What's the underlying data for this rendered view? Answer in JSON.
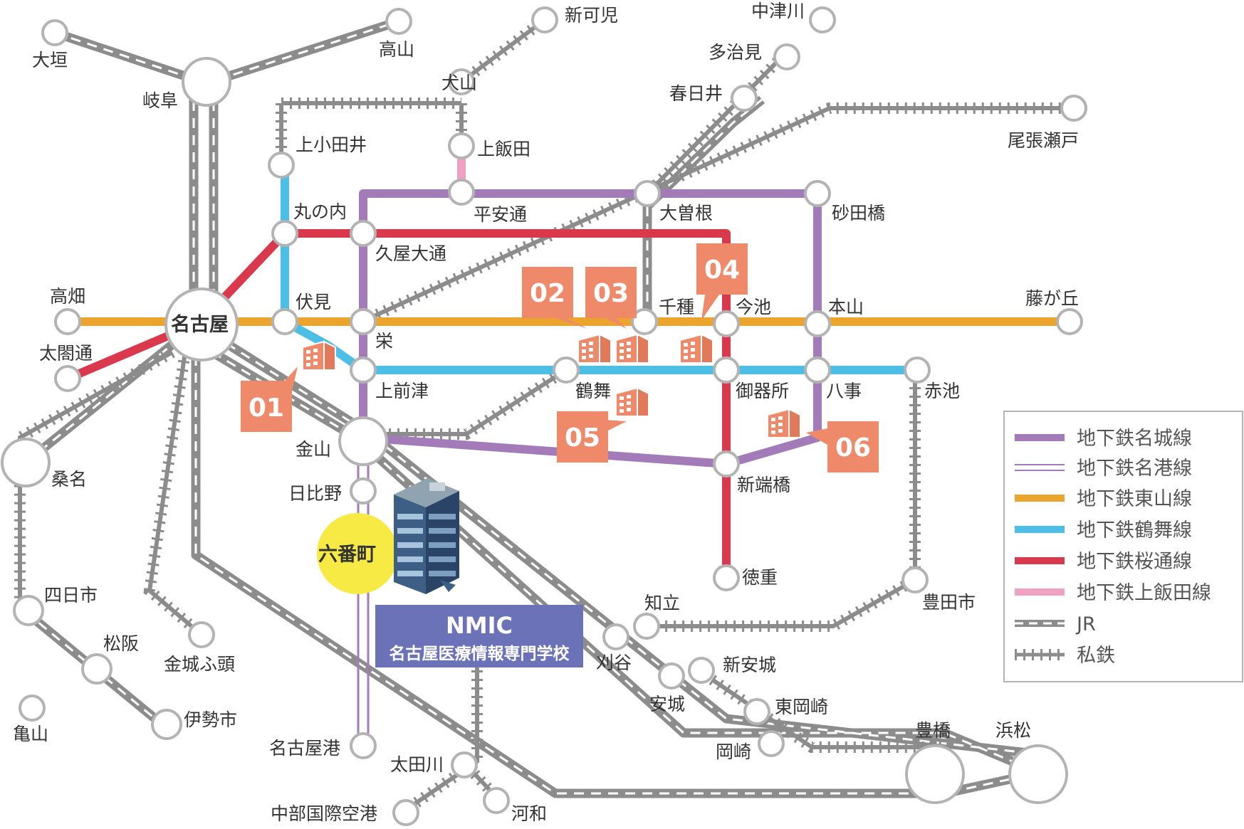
{
  "colors": {
    "meijo": "#a37bb8",
    "meiko": "#a37bb8",
    "higashiyama": "#eba52e",
    "tsurumai": "#4dbfe6",
    "sakuradori": "#d9384d",
    "kamiiida": "#f0a0c0",
    "rail": "#8c8c8c",
    "badge": "#ee8a6a",
    "school_box": "#6b72b8",
    "highlight": "#f7ea45"
  },
  "stations": {
    "ogaki": "大垣",
    "gifu": "岐阜",
    "takayama": "高山",
    "shinkani": "新可児",
    "inuyama": "犬山",
    "kamiiida": "上飯田",
    "nakatsugawa": "中津川",
    "tajimi": "多治見",
    "kasugai": "春日井",
    "owariseto": "尾張瀬戸",
    "kamiotai": "上小田井",
    "marunouchi": "丸の内",
    "heiandori": "平安通",
    "ozone": "大曽根",
    "sunadabashi": "砂田橋",
    "hisaya": "久屋大通",
    "takabata": "高畑",
    "nagoya": "名古屋",
    "fushimi": "伏見",
    "sakae": "栄",
    "chikusa": "千種",
    "imaike": "今池",
    "motoyama": "本山",
    "fujigaoka": "藤が丘",
    "taikodori": "太閤通",
    "kamimaezu": "上前津",
    "tsurumai": "鶴舞",
    "gokiso": "御器所",
    "yagoto": "八事",
    "akaike": "赤池",
    "kuwana": "桑名",
    "kanayama": "金山",
    "aratama": "新端橋",
    "hibino": "日比野",
    "rokubancho": "六番町",
    "tokushige": "徳重",
    "yokkaichi": "四日市",
    "chiryu": "知立",
    "toyotashi": "豊田市",
    "matsusaka": "松阪",
    "kinjofuto": "金城ふ頭",
    "kariya": "刈谷",
    "shinanjo": "新安城",
    "anjo": "安城",
    "higashiokazaki": "東岡崎",
    "iseshi": "伊勢市",
    "kameyama": "亀山",
    "nagoyako": "名古屋港",
    "okazaki": "岡崎",
    "toyohashi": "豊橋",
    "hamamatsu": "浜松",
    "otagawa": "太田川",
    "chubu": "中部国際空港",
    "kowa": "河和"
  },
  "badges": [
    "01",
    "02",
    "03",
    "04",
    "05",
    "06"
  ],
  "school": {
    "name": "NMIC",
    "subtitle": "名古屋医療情報専門学校"
  },
  "legend": {
    "items": [
      {
        "label": "地下鉄名城線",
        "style": "meijo"
      },
      {
        "label": "地下鉄名港線",
        "style": "meiko"
      },
      {
        "label": "地下鉄東山線",
        "style": "higashiyama"
      },
      {
        "label": "地下鉄鶴舞線",
        "style": "tsurumai"
      },
      {
        "label": "地下鉄桜通線",
        "style": "sakuradori"
      },
      {
        "label": "地下鉄上飯田線",
        "style": "kamiiida"
      },
      {
        "label": "JR",
        "style": "jr"
      },
      {
        "label": "私鉄",
        "style": "private"
      }
    ]
  }
}
